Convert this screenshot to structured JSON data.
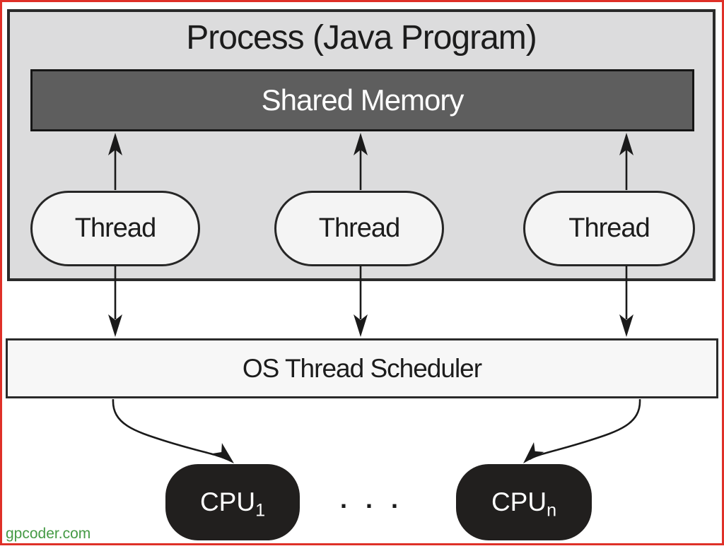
{
  "theme": {
    "frame": "#df3028",
    "canvas": "#ffffff",
    "process_fill": "#dcdcdd",
    "process_border": "#2a2a2a",
    "memory_fill": "#5e5e5e",
    "memory_text": "#ffffff",
    "pill_fill": "#f4f4f4",
    "pill_border": "#262626",
    "scheduler_fill": "#f7f7f7",
    "cpu_fill": "#211f1e",
    "cpu_text": "#ffffff",
    "arrow": "#1a1a1a",
    "text": "#1c1c1c",
    "watermark": "#459a45"
  },
  "process": {
    "title": "Process (Java Program)"
  },
  "shared_memory": {
    "label": "Shared Memory"
  },
  "threads": [
    {
      "label": "Thread"
    },
    {
      "label": "Thread"
    },
    {
      "label": "Thread"
    }
  ],
  "scheduler": {
    "label": "OS Thread Scheduler"
  },
  "cpus": [
    {
      "name": "CPU",
      "subscript": "1"
    },
    {
      "name": "CPU",
      "subscript": "n"
    }
  ],
  "ellipsis": ". . .",
  "watermark": {
    "label": "gpcoder.com"
  }
}
